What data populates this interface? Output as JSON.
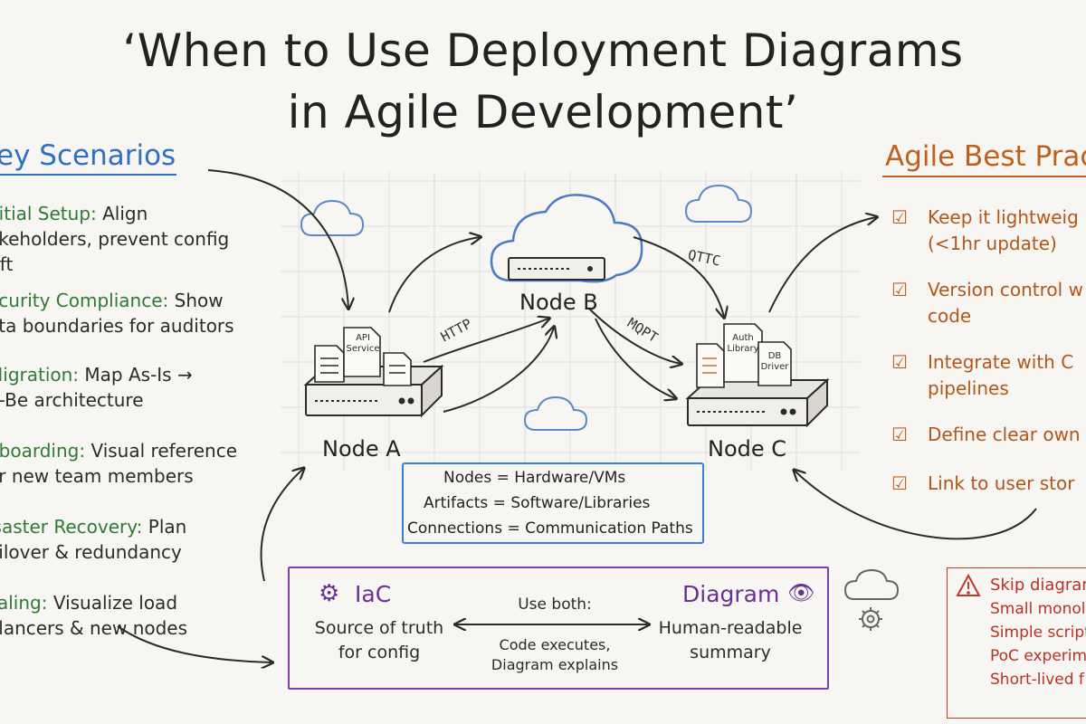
{
  "title": {
    "line1": "‘When to Use Deployment Diagrams",
    "line2": "in Agile Development’"
  },
  "scenarios": {
    "heading": "ey Scenarios",
    "items": [
      {
        "key": "nitial Setup:",
        "text1": " Align",
        "line2": "akeholders, prevent config",
        "line3": "rift"
      },
      {
        "key": "ecurity Compliance:",
        "text1": " Show",
        "line2": "ata boundaries for auditors"
      },
      {
        "key": "Migration:",
        "text1": " Map As-Is →",
        "line2": "o-Be architecture"
      },
      {
        "key": "nboarding:",
        "text1": " Visual reference",
        "line2": "or new team members"
      },
      {
        "key": "isaster Recovery:",
        "text1": " Plan",
        "line2": "ailover & redundancy"
      },
      {
        "key": "caling:",
        "text1": " Visualize load",
        "line2": "alancers & new nodes"
      }
    ]
  },
  "best_practices": {
    "heading": "Agile Best Prac",
    "items": [
      {
        "line1": "Keep it lightweig",
        "line2": "(<1hr update)"
      },
      {
        "line1": "Version control w",
        "line2": "code"
      },
      {
        "line1": "Integrate with C",
        "line2": "pipelines"
      },
      {
        "line1": "Define clear own",
        "line2": ""
      },
      {
        "line1": "Link to user stor",
        "line2": ""
      }
    ]
  },
  "nodes": {
    "a": {
      "label": "Node A",
      "artifact": [
        "API",
        "Service"
      ]
    },
    "b": {
      "label": "Node B"
    },
    "c": {
      "label": "Node C",
      "artifact1": [
        "Auth",
        "Library"
      ],
      "artifact2": [
        "DB",
        "Driver"
      ]
    }
  },
  "connections": {
    "http": "HTTP",
    "mqtt": "MQPT",
    "qttc": "QTTC"
  },
  "legend": {
    "nodes": "Nodes = Hardware/VMs",
    "artifacts": "Artifacts = Software/Libraries",
    "connections": "Connections = Communication Paths"
  },
  "iac_section": {
    "iac_title": "IaC",
    "iac_line1": "Source of truth",
    "iac_line2": "for config",
    "use_both": "Use both:",
    "explain1": "Code executes,",
    "explain2": "Diagram explains",
    "diagram_title": "Diagram",
    "diagram_line1": "Human-readable",
    "diagram_line2": "summary"
  },
  "skip": {
    "heading": "Skip diagram",
    "items": [
      "Small monolit",
      "Simple script",
      "PoC experim",
      "Short-lived f"
    ]
  },
  "colors": {
    "blue": "#2f6fc4",
    "green": "#2f7a34",
    "orange": "#c0601f",
    "purple": "#6a2f96",
    "red": "#b83227"
  }
}
